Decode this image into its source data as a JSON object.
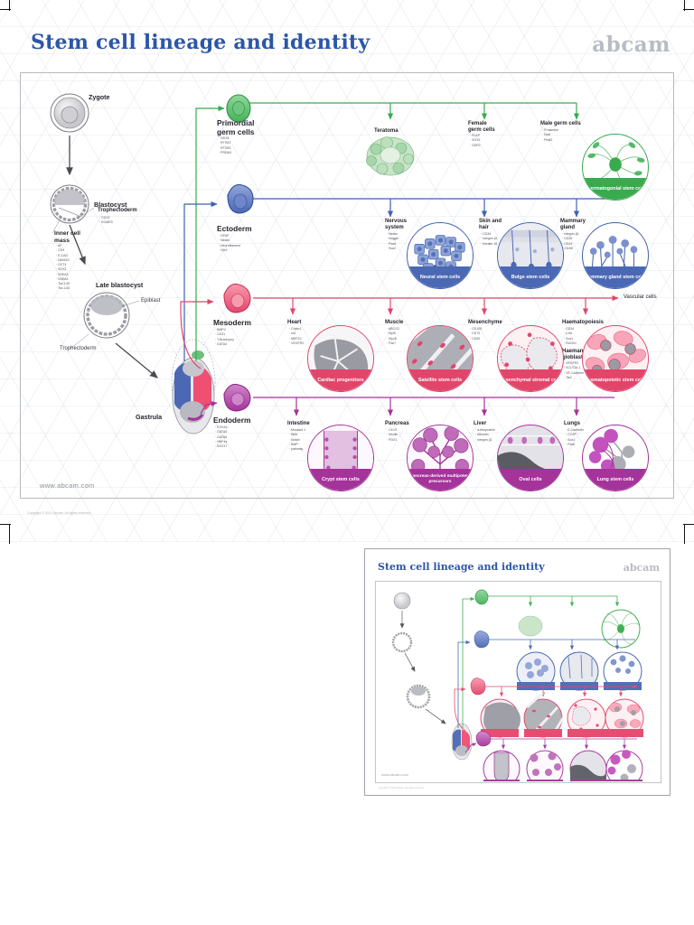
{
  "page": {
    "title": "Stem cell lineage and identity",
    "brand": "abcam",
    "website": "www.abcam.com",
    "copyright": "Copyright © 2011 Abcam. All rights reserved.",
    "colors": {
      "title_blue": "#2c56a8",
      "brand_gray": "#b9bcc2",
      "germline_green": "#3aaa4f",
      "ectoderm_blue": "#3f62b0",
      "mesoderm_red": "#e2456a",
      "endoderm_purple": "#a4339a"
    }
  },
  "early_development": {
    "zygote": {
      "label": "Zygote"
    },
    "blastocyst": {
      "label": "Blastocyst",
      "trophectoderm": {
        "label": "Trophectoderm",
        "markers": [
          "CDX2",
          "EOMES"
        ]
      },
      "inner_cell_mass": {
        "label": "Inner cell\nmass",
        "markers": [
          "AP",
          "CD9",
          "E-CAD",
          "NANOG",
          "OCT4",
          "SOX2",
          "SSEA3",
          "SSEA4",
          "Tra-1-60",
          "Tra-1-81"
        ]
      }
    },
    "late_blastocyst": {
      "label": "Late blastocyst",
      "epiblast": {
        "label": "Epiblast"
      },
      "trophectoderm": {
        "label": "Trophectoderm"
      }
    },
    "gastrula": {
      "label": "Gastrula"
    }
  },
  "lineages": [
    {
      "id": "germline",
      "color": "#3aaa4f",
      "origin": {
        "label": "Primordial\ngerm cells",
        "markers": [
          "DDX4",
          "IFITM1",
          "IFITM3",
          "PRDM1"
        ]
      },
      "nodes": [
        {
          "label": "Teratoma",
          "markers": [],
          "disc": null
        },
        {
          "label": "Female\ngerm cells",
          "markers": [
            "PLAP",
            "SOX2",
            "GDF9"
          ],
          "disc": null
        },
        {
          "label": "Male germ cells",
          "markers": [
            "Protamine",
            "Dazl",
            "Piwil2"
          ],
          "disc": "Spermatogonial\nstem cells"
        }
      ]
    },
    {
      "id": "ectoderm",
      "color": "#3f62b0",
      "origin": {
        "label": "Ectoderm",
        "markers": [
          "GFAP",
          "Nestin",
          "Neurofilament",
          "Otx2"
        ]
      },
      "nodes": [
        {
          "label": "Nervous\nsystem",
          "markers": [
            "Nestin",
            "Noggin",
            "Pax6",
            "Sox2"
          ],
          "disc": "Neural\nstem cells"
        },
        {
          "label": "Skin and\nhair",
          "markers": [
            "CD34",
            "Integrin β1",
            "Keratin 15"
          ],
          "disc": "Bulge\nstem cells"
        },
        {
          "label": "Mammary\ngland",
          "markers": [
            "Integrin β1",
            "CD29",
            "CD24",
            "CD49f"
          ],
          "disc": "Mammary gland\nstem cells"
        }
      ]
    },
    {
      "id": "mesoderm",
      "color": "#e2456a",
      "origin": {
        "label": "Mesoderm",
        "markers": [
          "BMP4",
          "CD31",
          "T-Brachyury",
          "GATA4"
        ]
      },
      "extra_label": "Vascular cells",
      "nodes": [
        {
          "label": "Heart",
          "markers": [
            "Cripto1",
            "Isl1",
            "MEF2C",
            "VEGFR2"
          ],
          "disc": "Cardiac\nprogenitors"
        },
        {
          "label": "Muscle",
          "markers": [
            "ABCG2",
            "Myf5",
            "MyoD",
            "Pax7"
          ],
          "disc": "Satellite\nstem cells"
        },
        {
          "label": "Mesenchyme",
          "markers": [
            "CD105",
            "CD73",
            "CD90"
          ],
          "disc": "Mesenchymal\nstromal cells"
        },
        {
          "label": "Haematopoiesis",
          "markers": [
            "CD34",
            "c-Kit",
            "Sca1",
            "RUNX1"
          ],
          "disc": "Haematopoietic\nstem cells"
        },
        {
          "label": "Haeman-\ngioblast",
          "markers": [
            "VEGFR2",
            "SCL/TAL1",
            "VE-Cadherin",
            "Tie2"
          ],
          "disc": null
        }
      ]
    },
    {
      "id": "endoderm",
      "color": "#a4339a",
      "origin": {
        "label": "Endoderm",
        "markers": [
          "FOXA2",
          "GATA4",
          "GATA6",
          "HNF4a",
          "SOX17"
        ]
      },
      "nodes": [
        {
          "label": "Intestine",
          "markers": [
            "Musashi 1",
            "Wnt/",
            "Notch/",
            "BMP",
            "pathway"
          ],
          "disc": "Crypt\nstem cells"
        },
        {
          "label": "Pancreas",
          "markers": [
            "CK19",
            "Insulin",
            "PDX1"
          ],
          "disc": "Pancreas-derived\nmultipotent\nprecursors"
        },
        {
          "label": "Liver",
          "markers": [
            "a-fetoprotein",
            "Albumin",
            "Integrin β1"
          ],
          "disc": "Oval cells"
        },
        {
          "label": "Lungs",
          "markers": [
            "E-Cadherin",
            "CCSP",
            "Sca1",
            "Pax6"
          ],
          "disc": "Lung\nstem cells"
        }
      ]
    }
  ],
  "thumbnail": {
    "title": "Stem cell lineage and identity",
    "brand": "abcam",
    "website": "www.abcam.com",
    "copyright": "Copyright © 2011 Abcam. All rights reserved."
  }
}
